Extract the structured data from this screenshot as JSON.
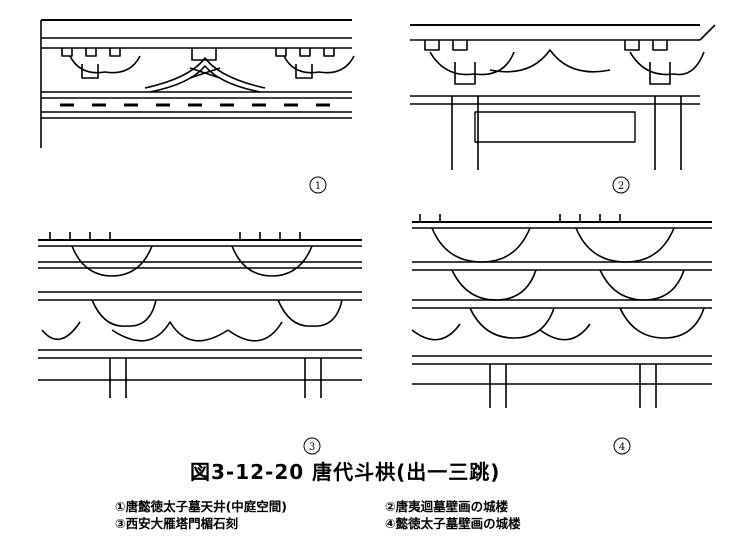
{
  "figure": {
    "title": "図3-12-20  唐代斗栱(出一三跳)",
    "captions": {
      "c1": "①唐懿徳太子墓天井(中庭空間)",
      "c2": "②唐夷迴墓壁画の城楼",
      "c3": "③西安大雁塔門楣石刻",
      "c4": "④懿徳太子墓壁画の城楼"
    },
    "panel_numbers": [
      "1",
      "2",
      "3",
      "4"
    ]
  }
}
